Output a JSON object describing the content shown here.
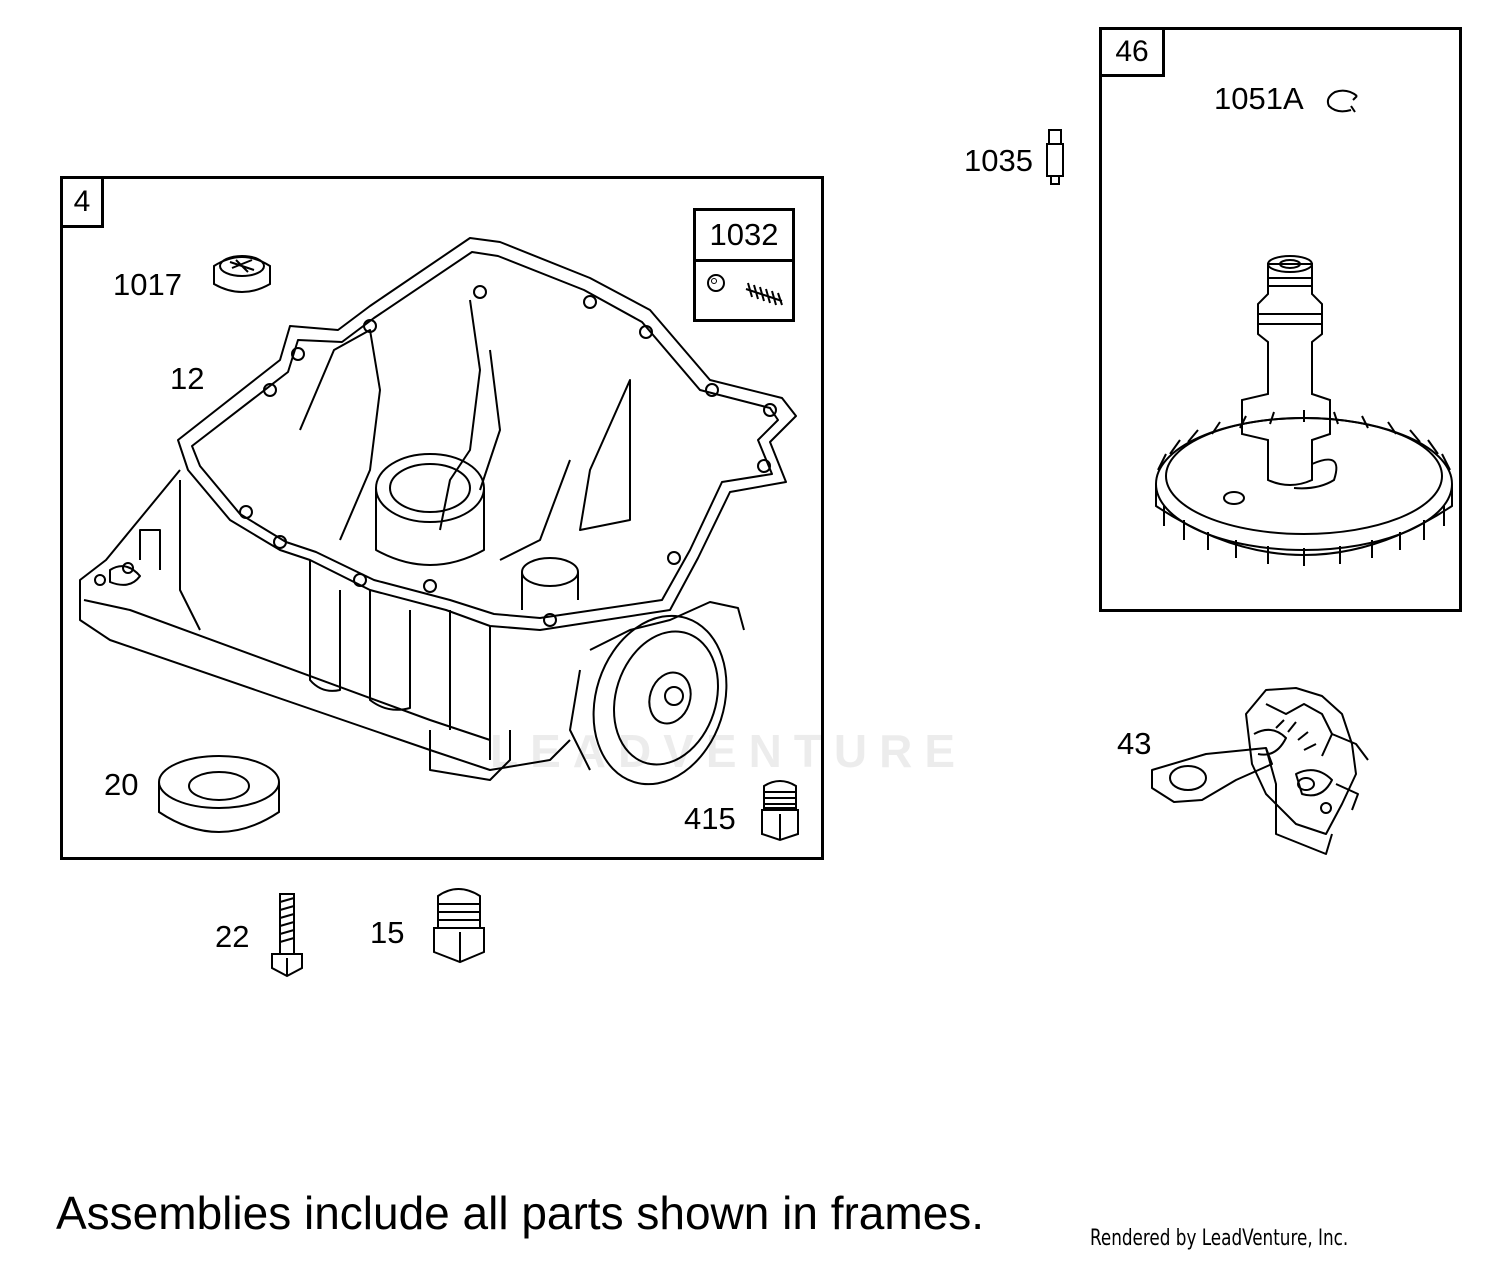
{
  "frames": {
    "engine_sump_assembly": "4",
    "camshaft_assembly": "46",
    "kit": "1032"
  },
  "labels": {
    "p1017": "1017",
    "p12": "12",
    "p20": "20",
    "p415": "415",
    "p22": "22",
    "p15": "15",
    "p1035": "1035",
    "p1051a": "1051A",
    "p43": "43"
  },
  "watermark": "LEADVENTURE",
  "footer": {
    "note": "Assemblies include all parts shown in frames.",
    "credit": "Rendered by LeadVenture, Inc."
  }
}
